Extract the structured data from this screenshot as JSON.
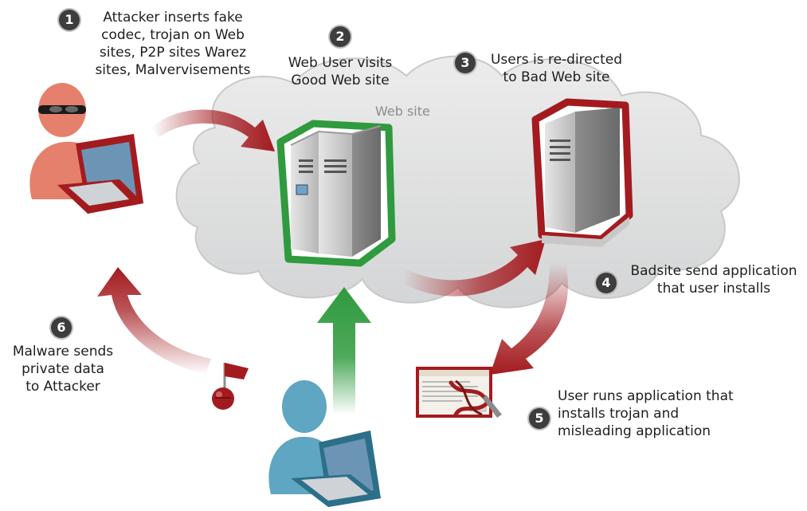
{
  "colors": {
    "attacker": "#e5806c",
    "user": "#5fa6c2",
    "malicious": "#a31b1f",
    "safe": "#2f9a3e",
    "cloud": "#d9dadb"
  },
  "cloud": {
    "label": "Web site"
  },
  "steps": [
    {
      "number": "1",
      "text": "Attacker inserts fake\ncodec, trojan on Web\nsites, P2P sites Warez\nsites, Malvervisements"
    },
    {
      "number": "2",
      "text": "Web User visits\nGood Web site"
    },
    {
      "number": "3",
      "text": "Users is re-directed\nto Bad Web site"
    },
    {
      "number": "4",
      "text": "Badsite send application\nthat user installs"
    },
    {
      "number": "5",
      "text": "User runs application that\ninstalls trojan and\nmisleading application"
    },
    {
      "number": "6",
      "text": "Malware sends\nprivate data\nto Attacker"
    }
  ],
  "icons": {
    "attacker": "attacker-laptop-icon",
    "good_server": "good-server-icon",
    "bad_server": "bad-server-icon",
    "user": "user-laptop-icon",
    "installer": "installer-window-icon",
    "malware": "malware-icon"
  }
}
